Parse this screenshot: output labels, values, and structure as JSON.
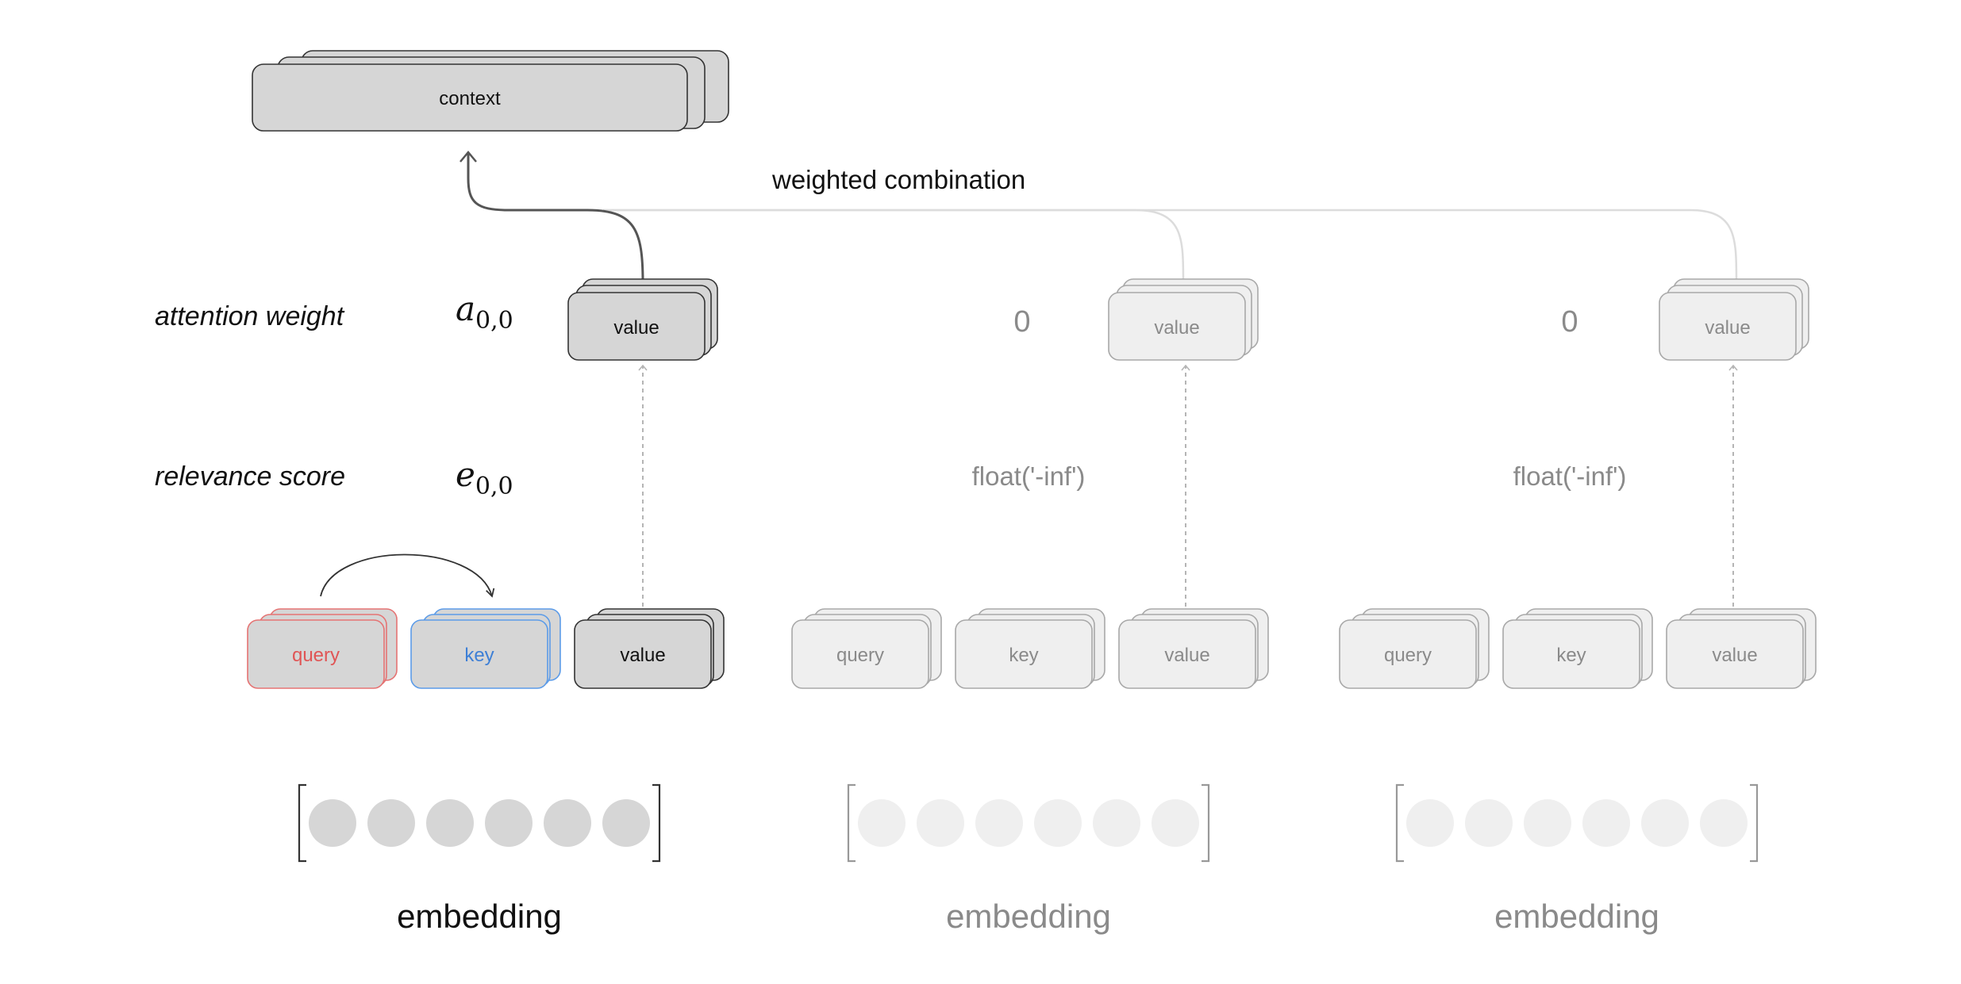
{
  "context": {
    "label": "context"
  },
  "combination_label": "weighted combination",
  "row_labels": {
    "attention_weight": "attention weight",
    "relevance_score": "relevance score"
  },
  "math": {
    "attention_var": "a",
    "score_var": "e",
    "subscript": "0,0"
  },
  "columns": [
    {
      "active": true,
      "weight_value": "",
      "score_value": "",
      "top_value_label": "value",
      "query_label": "query",
      "key_label": "key",
      "value_label": "value",
      "embedding_label": "embedding"
    },
    {
      "active": false,
      "weight_value": "0",
      "score_value": "float('-inf')",
      "top_value_label": "value",
      "query_label": "query",
      "key_label": "key",
      "value_label": "value",
      "embedding_label": "embedding"
    },
    {
      "active": false,
      "weight_value": "0",
      "score_value": "float('-inf')",
      "top_value_label": "value",
      "query_label": "query",
      "key_label": "key",
      "value_label": "value",
      "embedding_label": "embedding"
    }
  ],
  "colors": {
    "active_fill": "#d6d6d6",
    "active_stroke": "#333333",
    "inactive_fill": "#efefef",
    "inactive_stroke": "#a8a8a8",
    "inactive_text": "#8a8a8a",
    "query_stroke": "#e57373",
    "query_text": "#e05555",
    "key_stroke": "#5b9be8",
    "key_text": "#3d7fd6",
    "embedding_active": "#d6d6d6",
    "embedding_inactive": "#efefef"
  }
}
